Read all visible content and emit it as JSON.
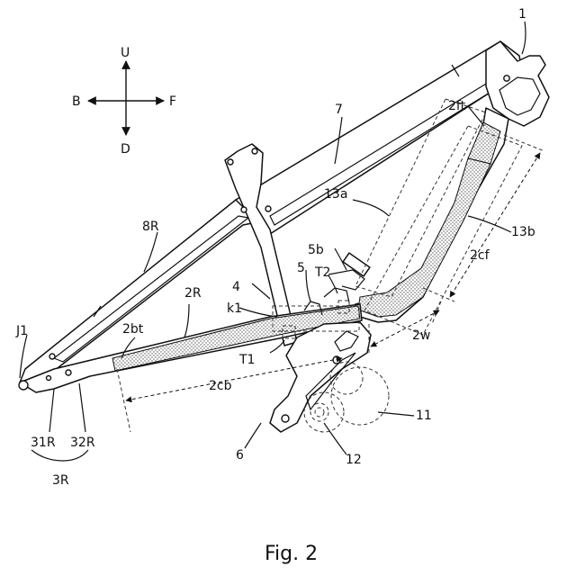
{
  "figure": {
    "caption": "Fig. 2",
    "directions": {
      "up": "U",
      "down": "D",
      "back": "B",
      "front": "F"
    },
    "labels": {
      "l1": "1",
      "l7": "7",
      "l2ft": "2ft",
      "l13a": "13a",
      "l13b": "13b",
      "l8R": "8R",
      "l5b": "5b",
      "l2cf": "2cf",
      "l5": "5",
      "lT2": "T2",
      "l4": "4",
      "l2R": "2R",
      "lk1": "k1",
      "l2w": "2w",
      "lJ1": "J1",
      "l2bt": "2bt",
      "lT1": "T1",
      "l2cb": "2cb",
      "l11": "11",
      "l6": "6",
      "l12": "12",
      "l31R": "31R",
      "l32R": "32R",
      "l3R": "3R"
    }
  }
}
